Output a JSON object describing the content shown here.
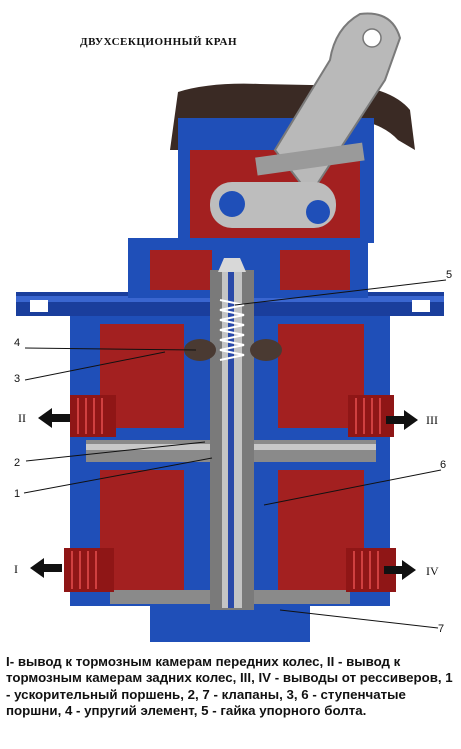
{
  "title": "ДВУХСЕКЦИОННЫЙ КРАН",
  "labels": {
    "n1": "1",
    "n2": "2",
    "n3": "3",
    "n4": "4",
    "n5": "5",
    "n6": "6",
    "n7": "7",
    "r1": "I",
    "r2": "II",
    "r3": "III",
    "r4": "IV"
  },
  "caption": "I- вывод к тормозным камерам передних колес, II - вывод к тормозным камерам задних колес, III, IV - выводы от рессиверов, 1 - ускорительный поршень, 2, 7 - клапаны, 3, 6 - ступенчатые поршни, 4 - упругий элемент, 5 - гайка упорного болта."
}
